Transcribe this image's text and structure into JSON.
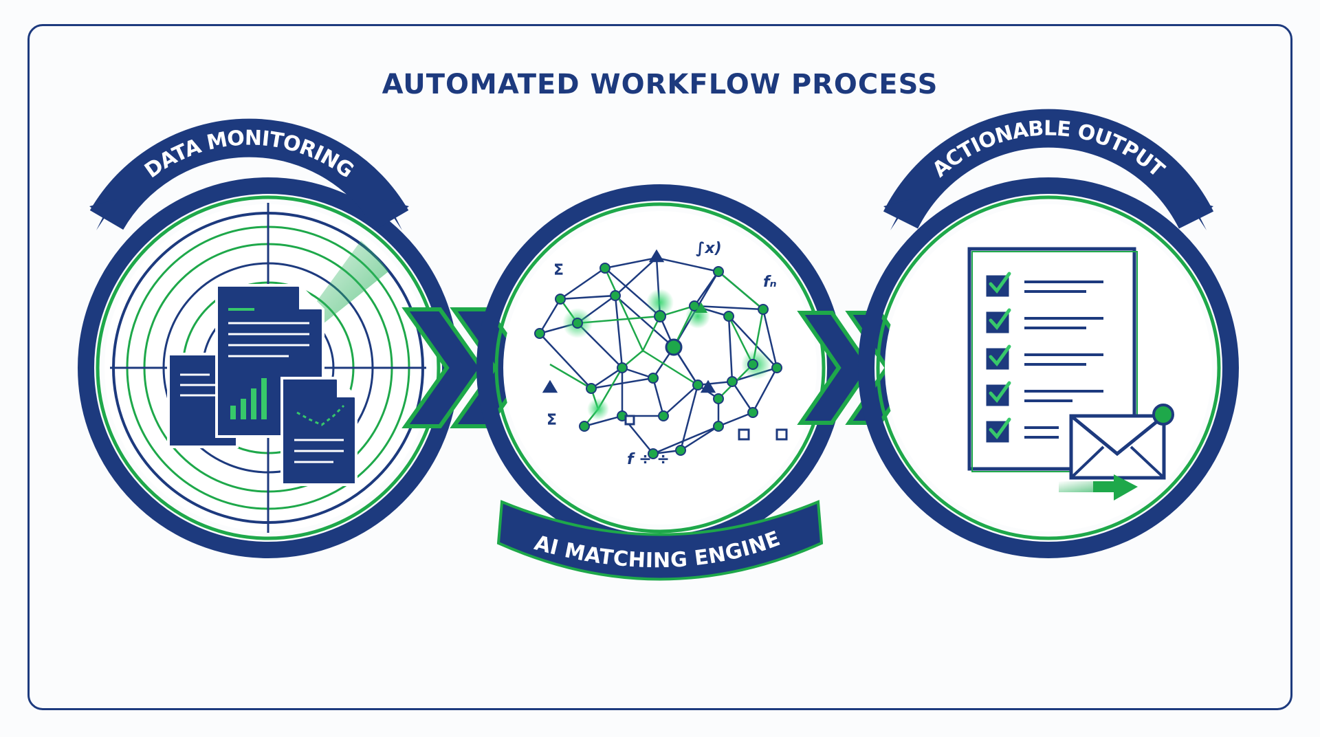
{
  "title": "AUTOMATED WORKFLOW PROCESS",
  "stages": [
    {
      "label": "DATA MONITORING",
      "icon": "radar-documents-icon"
    },
    {
      "label": "AI MATCHING ENGINE",
      "icon": "neural-network-icon"
    },
    {
      "label": "ACTIONABLE OUTPUT",
      "icon": "checklist-email-icon"
    }
  ],
  "network_symbols": [
    "Σ",
    "∫x)",
    "fₙ",
    "Σ",
    "f ÷ ÷"
  ],
  "colors": {
    "navy": "#1d3a7e",
    "green": "#1ea84a",
    "light_green": "#7ad39a",
    "background": "#fbfcfd"
  }
}
